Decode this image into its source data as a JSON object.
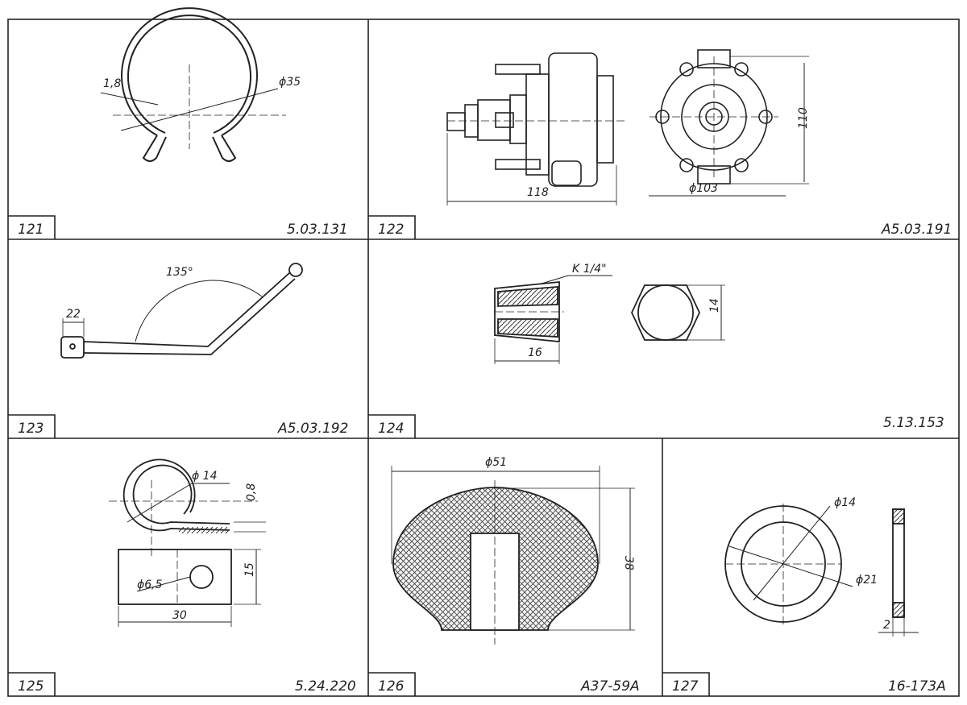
{
  "cells": [
    {
      "index": "121",
      "code": "5.03.131",
      "dims": [
        "1,8",
        "ϕ35"
      ]
    },
    {
      "index": "122",
      "code": "A5.03.191",
      "dims": [
        "118",
        "ϕ103",
        "110"
      ]
    },
    {
      "index": "123",
      "code": "A5.03.192",
      "dims": [
        "22",
        "135°"
      ]
    },
    {
      "index": "124",
      "code": "5.13.153",
      "dims": [
        "K 1/4\"",
        "16",
        "14"
      ]
    },
    {
      "index": "125",
      "code": "5.24.220",
      "dims": [
        "ϕ 14",
        "0,8",
        "ϕ6,5",
        "15",
        "30"
      ]
    },
    {
      "index": "126",
      "code": "A37-59A",
      "dims": [
        "ϕ51",
        "38"
      ]
    },
    {
      "index": "127",
      "code": "16-173A",
      "dims": [
        "ϕ14",
        "ϕ21",
        "2"
      ]
    }
  ]
}
